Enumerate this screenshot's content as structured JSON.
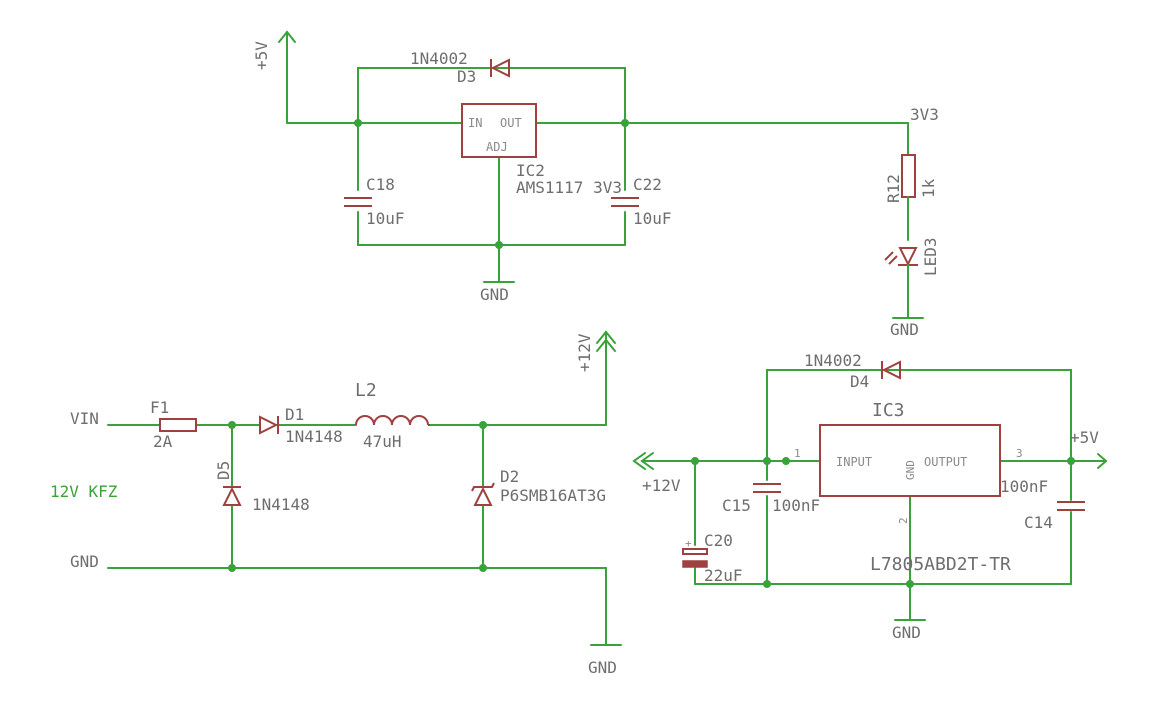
{
  "regulator_3v3": {
    "supply_in": "+5V",
    "protect_diode": {
      "part": "1N4002",
      "ref": "D3"
    },
    "ic": {
      "ref": "IC2",
      "value": "AMS1117 3V3",
      "pin_in": "IN",
      "pin_out": "OUT",
      "pin_adj": "ADJ"
    },
    "cap_in": {
      "ref": "C18",
      "value": "10uF"
    },
    "cap_out": {
      "ref": "C22",
      "value": "10uF"
    },
    "ground": "GND",
    "rail": "3V3",
    "resistor": {
      "ref": "R12",
      "value": "1k"
    },
    "led": {
      "ref": "LED3"
    },
    "led_ground": "GND"
  },
  "input_stage": {
    "vin": "VIN",
    "gnd": "GND",
    "note": "12V KFZ",
    "fuse": {
      "ref": "F1",
      "value": "2A"
    },
    "diode_series": {
      "ref": "D1",
      "part": "1N4148"
    },
    "diode_clamp": {
      "ref": "D5",
      "part": "1N4148"
    },
    "inductor": {
      "ref": "L2",
      "value": "47uH"
    },
    "tvs": {
      "ref": "D2",
      "part": "P6SMB16AT3G"
    },
    "out_rail": "+12V",
    "ground": "GND"
  },
  "regulator_5v": {
    "in_rail": "+12V",
    "out_rail": "+5V",
    "protect_diode": {
      "part": "1N4002",
      "ref": "D4"
    },
    "ic": {
      "ref": "IC3",
      "value": "L7805ABD2T-TR",
      "pin_in": "INPUT",
      "pin_out": "OUTPUT",
      "pin_gnd": "GND",
      "pin1": "1",
      "pin2": "2",
      "pin3": "3"
    },
    "cap_in": {
      "ref": "C15",
      "value": "100nF"
    },
    "cap_out": {
      "ref": "C14",
      "value": "100nF"
    },
    "cap_bulk": {
      "ref": "C20",
      "value": "22uF"
    },
    "ground": "GND"
  }
}
